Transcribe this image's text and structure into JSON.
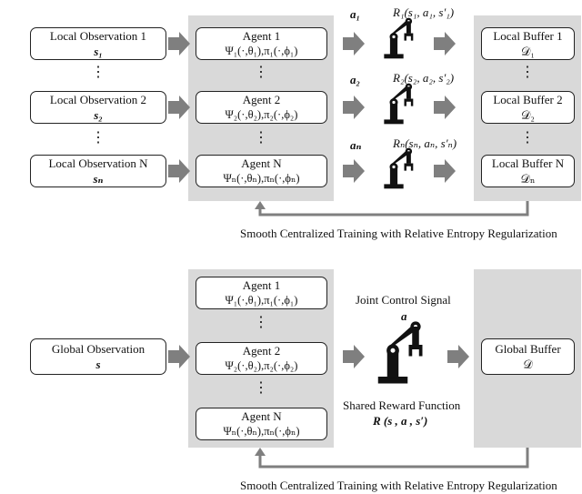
{
  "top": {
    "observations": [
      {
        "title": "Local Observation 1",
        "symbol": "s₁"
      },
      {
        "title": "Local Observation 2",
        "symbol": "s₂"
      },
      {
        "title": "Local Observation N",
        "symbol": "sₙ"
      }
    ],
    "agents": [
      {
        "title": "Agent 1",
        "functions": "Ψ₁(·,θ₁),π₁(·,ϕ₁)"
      },
      {
        "title": "Agent 2",
        "functions": "Ψ₂(·,θ₂),π₂(·,ϕ₂)"
      },
      {
        "title": "Agent N",
        "functions": "Ψₙ(·,θₙ),πₙ(·,ϕₙ)"
      }
    ],
    "actions": [
      "a₁",
      "a₂",
      "aₙ"
    ],
    "rewards": [
      "R₁(s₁, a₁, s′₁)",
      "R₂(s₂, a₂, s′₂)",
      "Rₙ(sₙ, aₙ, s′ₙ)"
    ],
    "buffers": [
      {
        "title": "Local Buffer 1",
        "symbol": "𝒟₁"
      },
      {
        "title": "Local Buffer 2",
        "symbol": "𝒟₂"
      },
      {
        "title": "Local Buffer N",
        "symbol": "𝒟ₙ"
      }
    ],
    "ellipsis": "⋮",
    "caption": "Smooth Centralized Training with Relative Entropy Regularization"
  },
  "bottom": {
    "observation": {
      "title": "Global Observation",
      "symbol": "s"
    },
    "agents": [
      {
        "title": "Agent 1",
        "functions": "Ψ₁(·,θ₁),π₁(·,ϕ₁)"
      },
      {
        "title": "Agent 2",
        "functions": "Ψ₂(·,θ₂),π₂(·,ϕ₂)"
      },
      {
        "title": "Agent N",
        "functions": "Ψₙ(·,θₙ),πₙ(·,ϕₙ)"
      }
    ],
    "ellipsis": "⋮",
    "joint_signal": "Joint Control Signal",
    "joint_symbol": "a",
    "shared_reward": "Shared Reward Function",
    "reward_formula": "R (s , a , s′)",
    "buffer": {
      "title": "Global Buffer",
      "symbol": "𝒟"
    },
    "caption": "Smooth Centralized Training with Relative Entropy Regularization"
  },
  "colors": {
    "panel": "#d9d9d9",
    "arrow": "#7f7f7f",
    "robot": "#111111"
  },
  "icons": [
    "robot-arm-icon"
  ]
}
